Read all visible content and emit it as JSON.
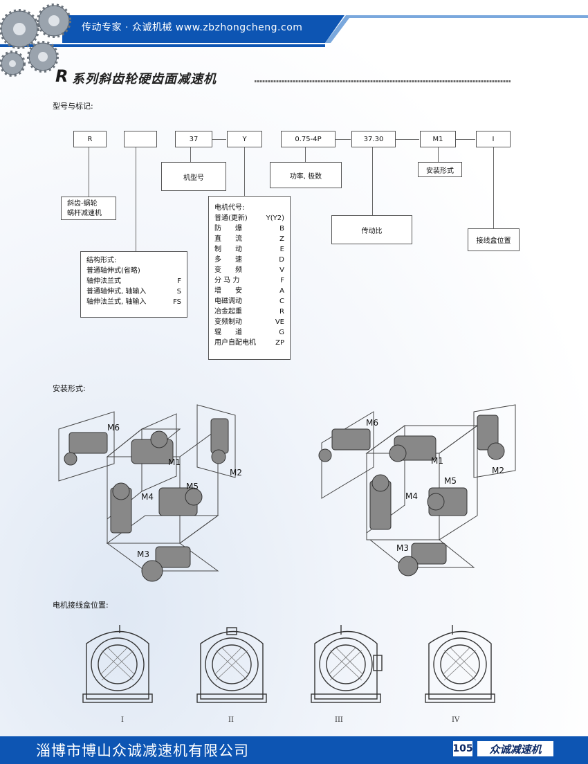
{
  "header": {
    "tagline": "传动专家 · 众诚机械   www.zbzhongcheng.com"
  },
  "title": {
    "letter": "R",
    "text": "系列斜齿轮硬齿面减速机"
  },
  "model_section": {
    "label": "型号与标记:",
    "boxes": [
      "R",
      "",
      "37",
      "Y",
      "0.75-4P",
      "37.30",
      "M1",
      "I"
    ],
    "desc_type": [
      "斜齿-蜗轮",
      "蜗杆减速机"
    ],
    "desc_frame": "机型号",
    "desc_power": "功率, 极数",
    "desc_mount": "安装形式",
    "desc_ratio": "传动比",
    "desc_terminal": "接线盒位置",
    "structure": {
      "title": "结构形式:",
      "rows": [
        {
          "name": "普通轴伸式(省略)",
          "code": ""
        },
        {
          "name": "轴伸法兰式",
          "code": "F"
        },
        {
          "name": "普通轴伸式, 轴输入",
          "code": "S"
        },
        {
          "name": "轴伸法兰式, 轴输入",
          "code": "FS"
        }
      ]
    },
    "motor": {
      "title": "电机代号:",
      "rows": [
        {
          "name": "普通(更新)",
          "code": "Y(Y2)"
        },
        {
          "name": "防　　爆",
          "code": "B"
        },
        {
          "name": "直　　流",
          "code": "Z"
        },
        {
          "name": "制　　动",
          "code": "E"
        },
        {
          "name": "多　　速",
          "code": "D"
        },
        {
          "name": "变　　频",
          "code": "V"
        },
        {
          "name": "分 马 力",
          "code": "F"
        },
        {
          "name": "增　　安",
          "code": "A"
        },
        {
          "name": "电磁调动",
          "code": "C"
        },
        {
          "name": "冶金起重",
          "code": "R"
        },
        {
          "name": "变频制动",
          "code": "VE"
        },
        {
          "name": "辊　　道",
          "code": "G"
        },
        {
          "name": "用户自配电机",
          "code": "ZP"
        }
      ]
    }
  },
  "mount_section": {
    "label": "安装形式:",
    "positions": [
      "M1",
      "M2",
      "M3",
      "M4",
      "M5",
      "M6"
    ]
  },
  "terminal_section": {
    "label": "电机接线盒位置:",
    "positions": [
      "I",
      "II",
      "III",
      "IV"
    ]
  },
  "footer": {
    "company": "淄博市博山众诚减速机有限公司",
    "page": "105",
    "brand": "众诚减速机"
  },
  "colors": {
    "header_blue": "#0d55b3",
    "footer_blue": "#0d55b3"
  }
}
